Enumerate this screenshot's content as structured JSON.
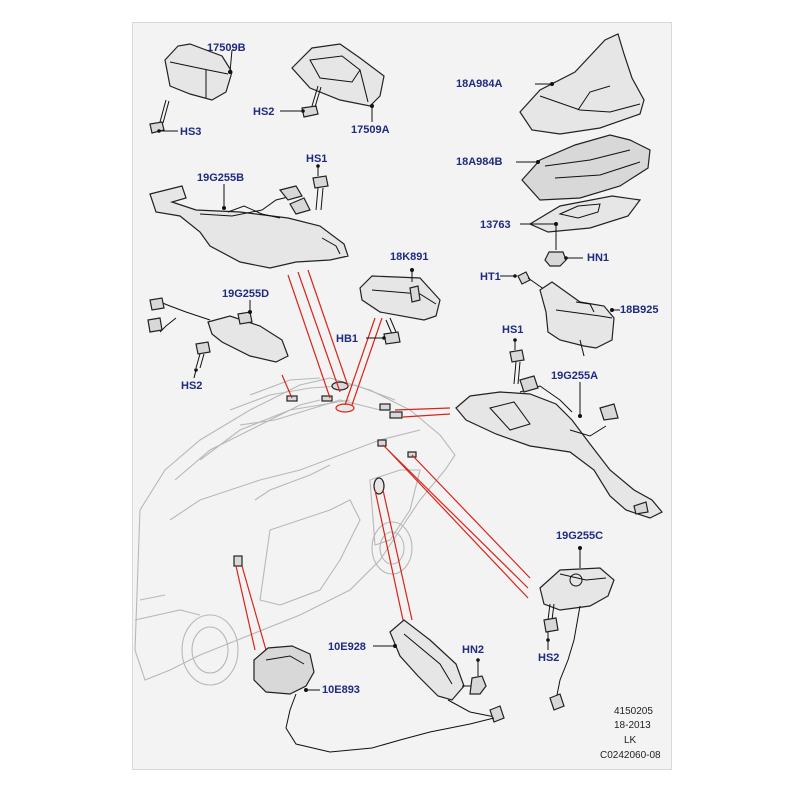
{
  "callouts": {
    "p17509B": "17509B",
    "p17509A": "17509A",
    "hs3": "HS3",
    "hs2_top": "HS2",
    "p18A984A": "18A984A",
    "p18A984B": "18A984B",
    "p13763": "13763",
    "hn1": "HN1",
    "hs1_top": "HS1",
    "p19G255B": "19G255B",
    "p18K891": "18K891",
    "ht1": "HT1",
    "p18B925": "18B925",
    "p19G255D": "19G255D",
    "hb1": "HB1",
    "hs1_right": "HS1",
    "hs2_left": "HS2",
    "p19G255A": "19G255A",
    "p19G255C": "19G255C",
    "p10E928": "10E928",
    "hn2": "HN2",
    "hs2_bottom": "HS2",
    "p10E893": "10E893"
  },
  "footer": {
    "line1": "4150205",
    "line2": "18-2013",
    "line3": "LK",
    "line4": "C0242060-08"
  },
  "colors": {
    "callout_text": "#1f2a80",
    "leader_red": "#d9241a",
    "sheet_bg": "#f3f3f3"
  }
}
